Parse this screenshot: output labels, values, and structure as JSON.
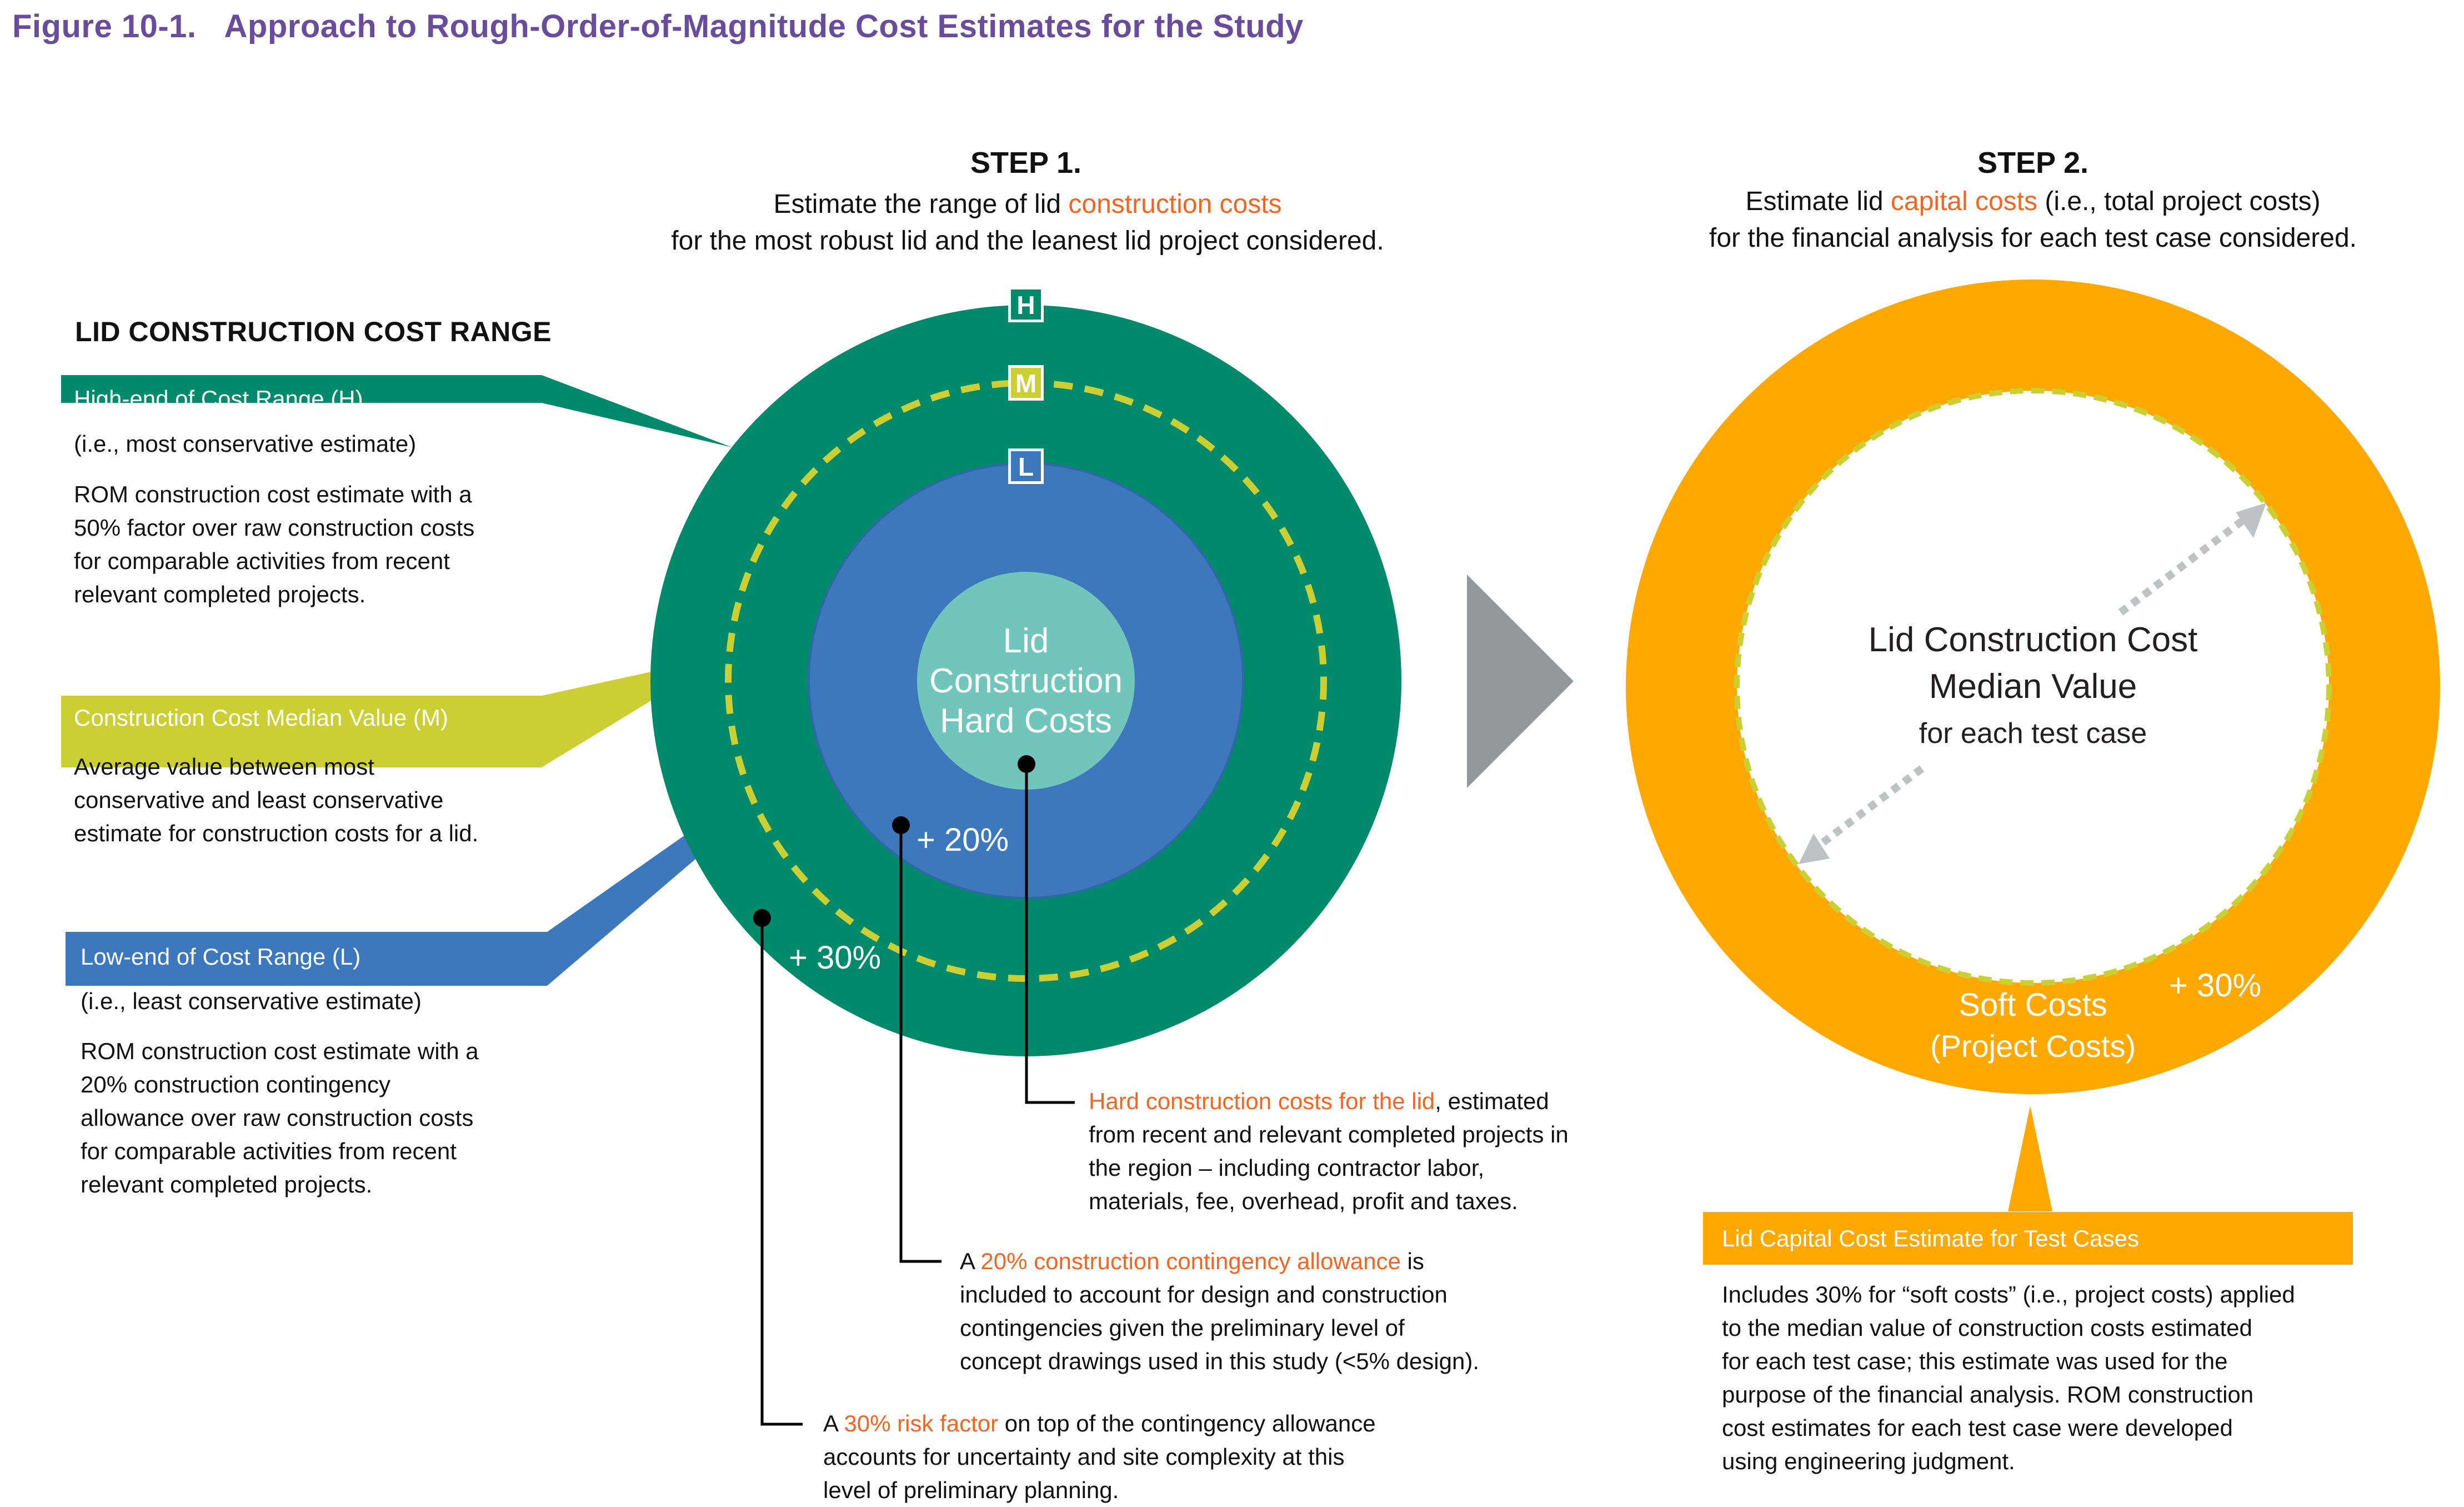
{
  "figure": {
    "number": "Figure 10-1.",
    "title": "Approach to Rough-Order-of-Magnitude Cost Estimates for the Study"
  },
  "colors": {
    "title_purple": "#6a4c9c",
    "highlight_orange": "#f26522",
    "high_green": "#00896a",
    "median_yellow": "#cbcf34",
    "low_blue": "#3d78bd",
    "hard_teal": "#71c5bb",
    "soft_orange": "#ffa800",
    "arrow_gray": "#96979b"
  },
  "step1": {
    "heading": "STEP 1.",
    "line1_prefix": "Estimate the range of lid ",
    "line1_highlight": "construction costs",
    "line2": "for the most robust lid and the leanest lid project considered."
  },
  "step2": {
    "heading": "STEP 2.",
    "line1_prefix": "Estimate lid ",
    "line1_highlight": "capital costs",
    "line1_suffix": " (i.e., total project costs)",
    "line2": "for the financial analysis for each test case considered."
  },
  "range_panel": {
    "title": "LID CONSTRUCTION COST RANGE",
    "high": {
      "label": "High-end of Cost Range (H)",
      "subtitle": "(i.e., most conservative estimate)",
      "lines": [
        "ROM construction cost estimate with a",
        "50% factor over raw construction costs",
        "for comparable activities from recent",
        "relevant completed projects."
      ]
    },
    "median": {
      "label": "Construction Cost Median Value (M)",
      "lines": [
        "Average value between most",
        "conservative and least conservative",
        "estimate for construction costs for a lid."
      ]
    },
    "low": {
      "label": "Low-end of Cost Range (L)",
      "subtitle": "(i.e., least conservative estimate)",
      "lines": [
        "ROM construction cost estimate with a",
        "20% construction contingency",
        "allowance over raw construction costs",
        "for comparable activities from recent",
        "relevant completed projects."
      ]
    }
  },
  "circle": {
    "badges": {
      "high": "H",
      "median": "M",
      "low": "L"
    },
    "core_lines": [
      "Lid",
      "Construction",
      "Hard Costs"
    ],
    "pct_inner": "+ 20%",
    "pct_outer": "+ 30%",
    "contingency_pct": 20,
    "risk_pct": 30
  },
  "annotations": {
    "hard": {
      "highlight": "Hard construction costs for the lid",
      "lines": [
        ", estimated",
        "from recent and relevant completed projects in",
        "the region – including contractor labor,",
        "materials, fee, overhead, profit and taxes."
      ]
    },
    "contingency": {
      "prefix": "A ",
      "highlight": "20% construction contingency allowance",
      "suffix": " is",
      "lines": [
        "included to account for design and construction",
        "contingencies given the preliminary level of",
        "concept drawings used in this study (<5% design)."
      ]
    },
    "risk": {
      "prefix": "A ",
      "highlight": "30% risk factor",
      "suffix": " on top of the contingency allowance",
      "lines": [
        "accounts for uncertainty and site complexity at this",
        "level of preliminary planning."
      ]
    }
  },
  "step2_ring": {
    "center_title_lines": [
      "Lid Construction Cost",
      "Median Value"
    ],
    "center_sub": "for each test case",
    "soft_label": "Soft Costs",
    "soft_sub": "(Project Costs)",
    "pct": "+ 30%",
    "soft_cost_pct": 30
  },
  "capital_box": {
    "label": "Lid Capital Cost Estimate for Test Cases",
    "lines": [
      "Includes 30% for “soft costs”  (i.e., project costs) applied",
      "to the median value of construction costs estimated",
      "for each test case; this estimate was used for the",
      "purpose of the financial analysis. ROM construction",
      "cost estimates for each test case were developed",
      "using engineering judgment."
    ]
  }
}
